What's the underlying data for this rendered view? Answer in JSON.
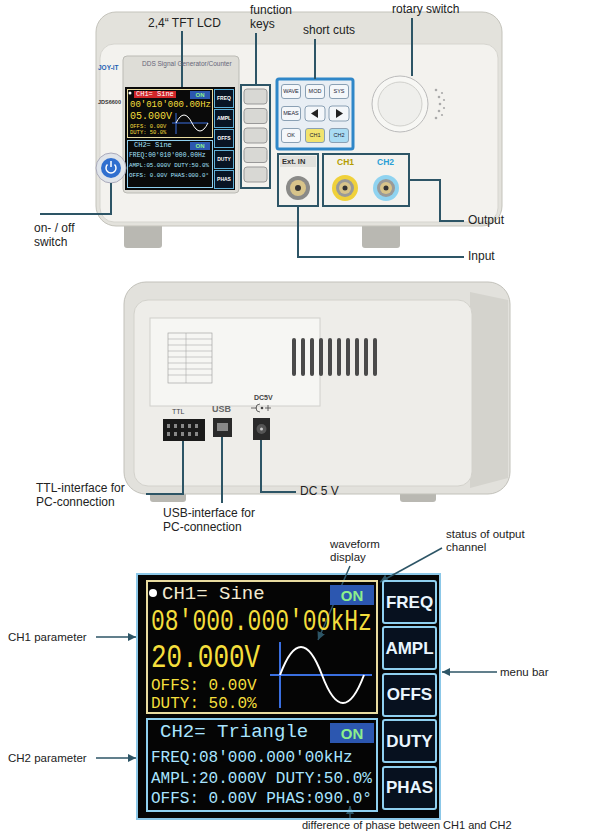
{
  "diagram": {
    "nodes": [
      {
        "text": [
          "CH1= Sine",
          "00'010'000.00Hz",
          "05.000V",
          "OFFS: 0.00V",
          "DUTY: 50.0%"
        ]
      },
      {
        "text": [
          "ON"
        ],
        "in": 0
      },
      {
        "text": [
          "CH2= Sine",
          "FREQ:00'010'000.00Hz",
          "AMPL:05.000V DUTY:50.0%",
          "OFFS: 0.00V PHAS:000.0°"
        ]
      },
      {
        "text": [
          "ON"
        ],
        "in": 2
      },
      {
        "text": [
          "FREQ"
        ]
      },
      {
        "text": [
          "AMPL"
        ]
      },
      {
        "text": [
          "OFFS"
        ]
      },
      {
        "text": [
          "DUTY"
        ]
      },
      {
        "text": [
          "PHAS"
        ]
      },
      {
        "text": [
          "WAVE"
        ]
      },
      {
        "text": [
          "MOD"
        ]
      },
      {
        "text": [
          "SYS"
        ]
      },
      {
        "text": [
          "MEAS"
        ]
      },
      {
        "text": [
          "OK"
        ]
      },
      {
        "text": [
          "CH1"
        ]
      },
      {
        "text": [
          "CH2"
        ]
      },
      {
        "text": [
          "CH1= Sine",
          "08'000.000'00kHz",
          "20.000V",
          "OFFS: 0.00V",
          "DUTY: 50.0%"
        ]
      },
      {
        "text": [
          "ON"
        ],
        "in": 16
      },
      {
        "text": [
          "CH2= Triangle",
          "FREQ:08'000.000'00kHz",
          "AMPL:20.000V DUTY:50.0%",
          "OFFS: 0.00V PHAS:090.0°"
        ]
      },
      {
        "text": [
          "ON"
        ],
        "in": 18
      },
      {
        "text": [
          "FREQ"
        ]
      },
      {
        "text": [
          "AMPL"
        ]
      },
      {
        "text": [
          "OFFS"
        ]
      },
      {
        "text": [
          "DUTY"
        ]
      },
      {
        "text": [
          "PHAS"
        ]
      }
    ],
    "labels": [
      "2,4“ TFT LCD",
      "function keys",
      "short cuts",
      "rotary switch",
      "on- / off switch",
      "Output",
      "Input",
      "JOY-iT",
      "DDS Signal Generator/Counter",
      "JDS6600",
      "Ext. IN",
      "CH1",
      "CH2",
      "TTL",
      "USB",
      "DC5V",
      "TTL-interface for PC-connection",
      "USB-interface for PC-connection",
      "DC 5 V",
      "waveform display",
      "status of output channel",
      "CH1 parameter",
      "CH2 parameter",
      "menu bar",
      "difference of phase between CH1 and CH2"
    ]
  }
}
